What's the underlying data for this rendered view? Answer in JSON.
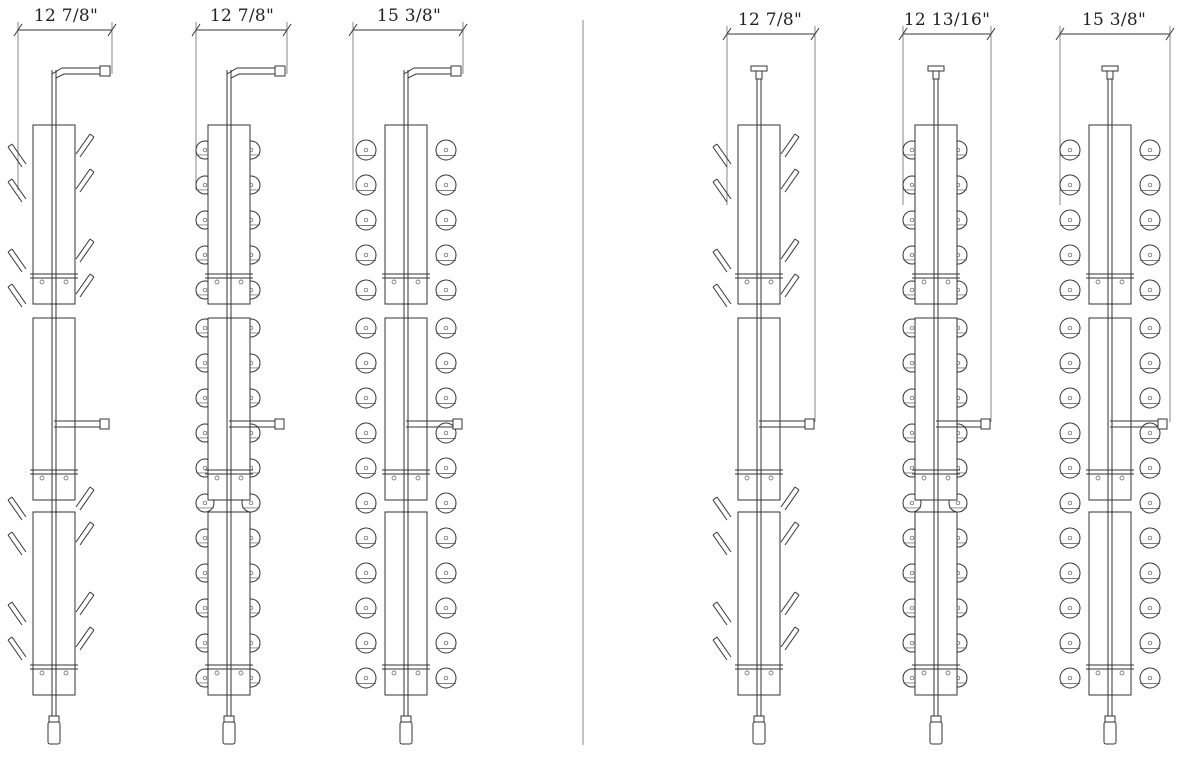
{
  "diagram": {
    "units": [
      {
        "id": "unit-1",
        "mount": "wall",
        "width_label": "12 7/8\"",
        "bottles": "single-side"
      },
      {
        "id": "unit-2",
        "mount": "wall",
        "width_label": "12 7/8\"",
        "bottles": "double-side"
      },
      {
        "id": "unit-3",
        "mount": "wall",
        "width_label": "15 3/8\"",
        "bottles": "double-side-wide"
      },
      {
        "id": "unit-4",
        "mount": "ceiling",
        "width_label": "12 7/8\"",
        "bottles": "single-side"
      },
      {
        "id": "unit-5",
        "mount": "ceiling",
        "width_label": "12 13/16\"",
        "bottles": "double-side"
      },
      {
        "id": "unit-6",
        "mount": "ceiling",
        "width_label": "15 3/8\"",
        "bottles": "double-side-wide"
      }
    ]
  }
}
